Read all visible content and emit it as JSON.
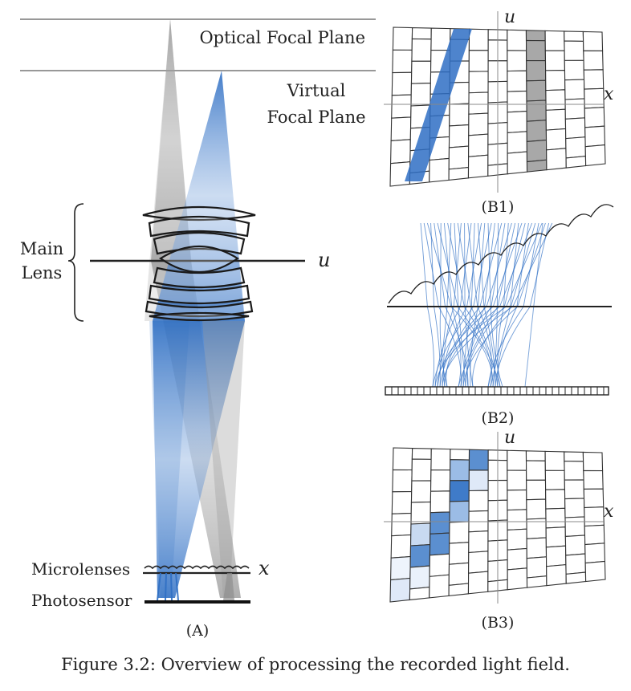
{
  "labels": {
    "optical_focal_plane": "Optical Focal Plane",
    "virtual_focal_plane_1": "Virtual",
    "virtual_focal_plane_2": "Focal Plane",
    "main_lens_1": "Main",
    "main_lens_2": "Lens",
    "u_axis_main": "u",
    "microlenses": "Microlenses",
    "x_axis_main": "x",
    "photosensor": "Photosensor",
    "panel_a": "(A)",
    "b1_u": "u",
    "b1_x": "x",
    "panel_b1": "(B1)",
    "panel_b2": "(B2)",
    "b3_u": "u",
    "b3_x": "x",
    "panel_b3": "(B3)"
  },
  "caption": "Figure 3.2: Overview of processing the recorded light field.",
  "colors": {
    "blue": "#2f6fc4",
    "gray": "#9a9a9a",
    "light_blue": "#c8daf1",
    "ink": "#222222"
  }
}
